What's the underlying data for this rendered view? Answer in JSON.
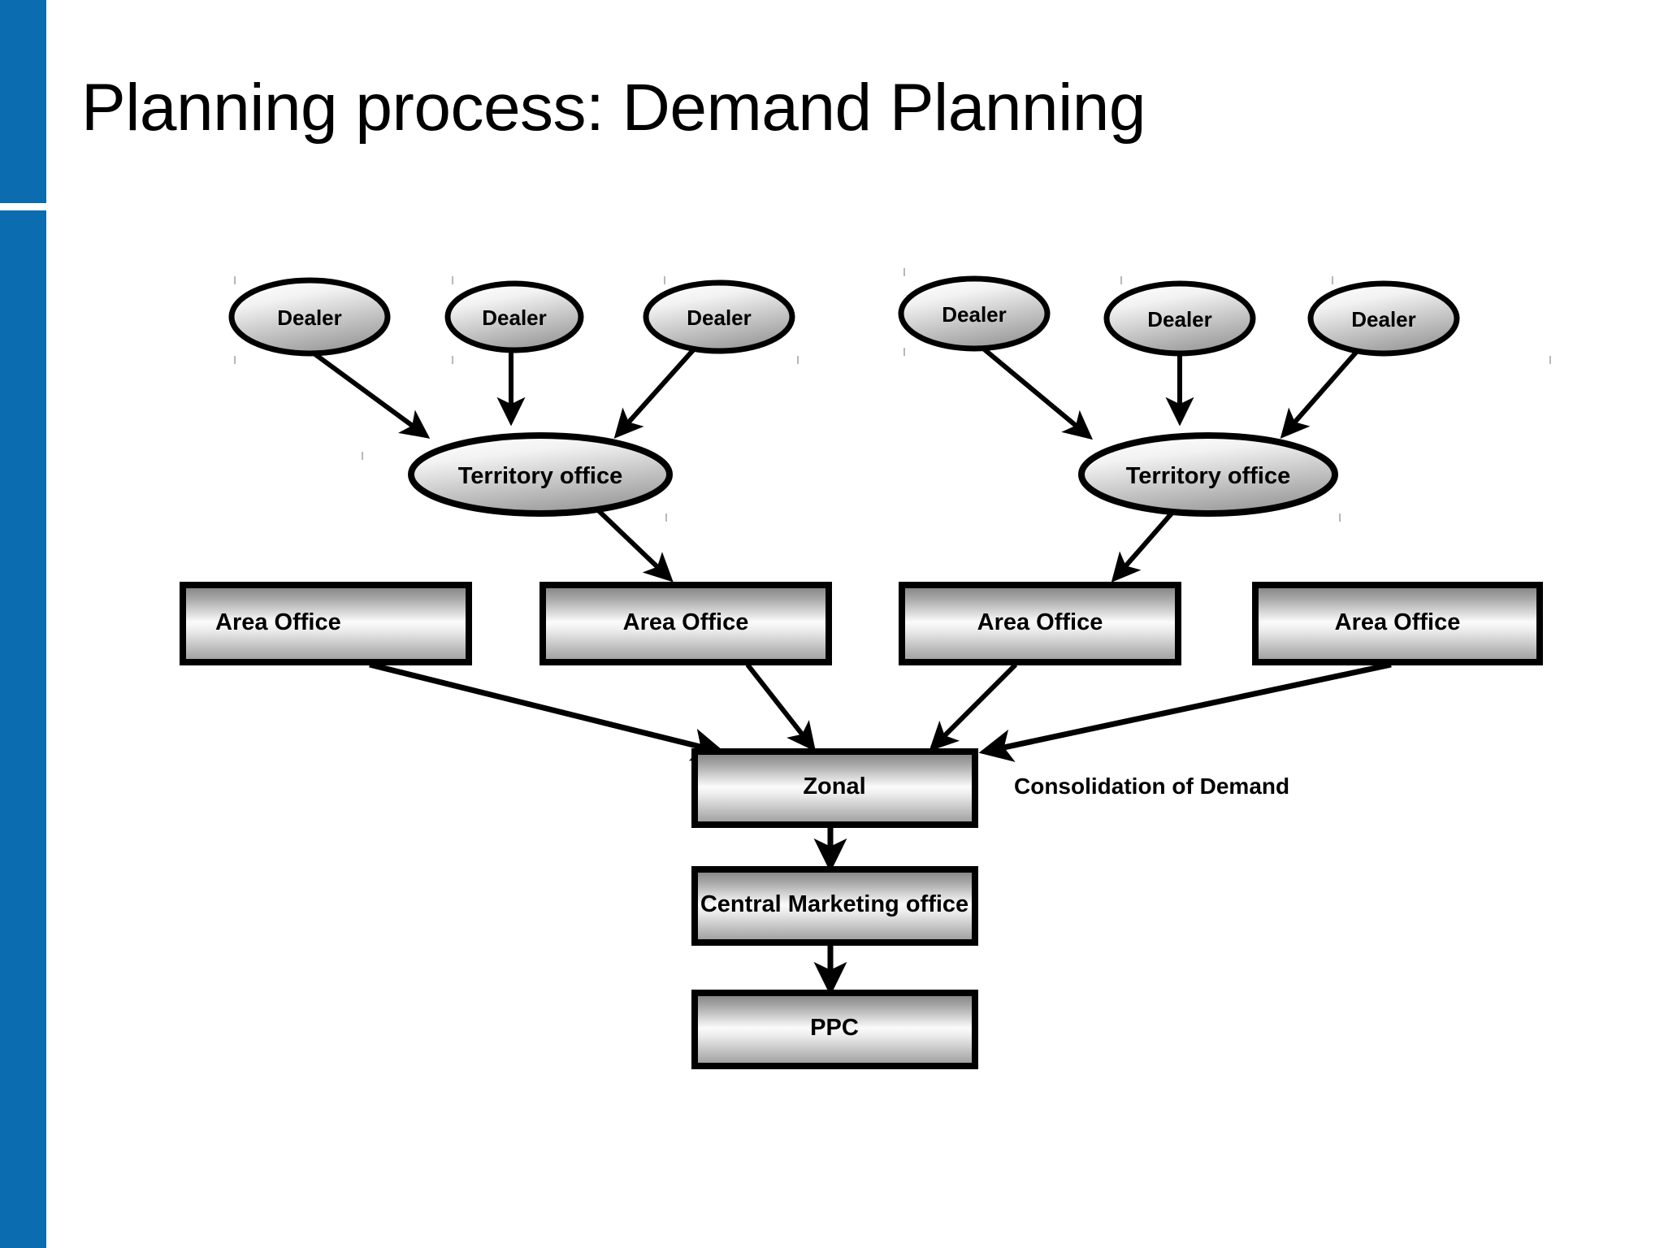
{
  "slide": {
    "title": "Planning process: Demand Planning",
    "accent_color": "#0b6cb0",
    "background_color": "#ffffff"
  },
  "diagram": {
    "type": "flowchart",
    "annotation": "Consolidation of Demand",
    "groups": [
      {
        "name": "left-group",
        "dealers": [
          {
            "label": "Dealer"
          },
          {
            "label": "Dealer"
          },
          {
            "label": "Dealer"
          }
        ],
        "territory": {
          "label": "Territory office"
        }
      },
      {
        "name": "right-group",
        "dealers": [
          {
            "label": "Dealer"
          },
          {
            "label": "Dealer"
          },
          {
            "label": "Dealer"
          }
        ],
        "territory": {
          "label": "Territory office"
        }
      }
    ],
    "area_offices": [
      {
        "label": "Area Office",
        "align": "left"
      },
      {
        "label": "Area Office",
        "align": "center"
      },
      {
        "label": "Area Office",
        "align": "center"
      },
      {
        "label": "Area Office",
        "align": "center"
      }
    ],
    "zonal": {
      "label": "Zonal"
    },
    "central_marketing": {
      "label": "Central Marketing office"
    },
    "ppc": {
      "label": "PPC"
    }
  }
}
